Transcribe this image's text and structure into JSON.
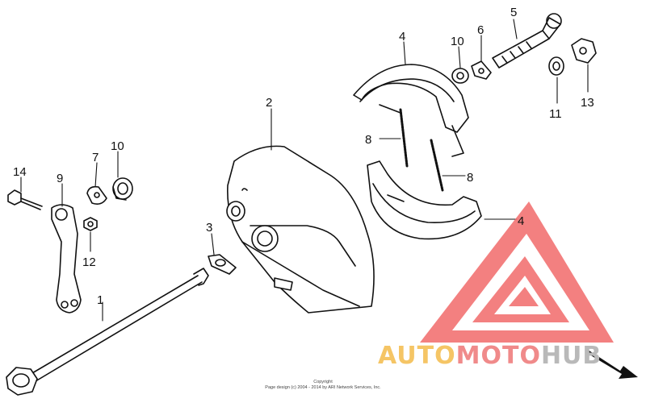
{
  "callouts": [
    {
      "id": "c1",
      "label": "1"
    },
    {
      "id": "c2",
      "label": "2"
    },
    {
      "id": "c3",
      "label": "3"
    },
    {
      "id": "c4a",
      "label": "4"
    },
    {
      "id": "c4b",
      "label": "4"
    },
    {
      "id": "c5",
      "label": "5"
    },
    {
      "id": "c6",
      "label": "6"
    },
    {
      "id": "c7",
      "label": "7"
    },
    {
      "id": "c8a",
      "label": "8"
    },
    {
      "id": "c8b",
      "label": "8"
    },
    {
      "id": "c9",
      "label": "9"
    },
    {
      "id": "c10a",
      "label": "10"
    },
    {
      "id": "c10b",
      "label": "10"
    },
    {
      "id": "c11",
      "label": "11"
    },
    {
      "id": "c12",
      "label": "12"
    },
    {
      "id": "c13",
      "label": "13"
    },
    {
      "id": "c14",
      "label": "14"
    }
  ],
  "copyright": {
    "line1": "Copyright",
    "line2": "Page design (c) 2004 - 2014 by ARI Network Services, Inc."
  },
  "watermark": {
    "part1": "AUTO",
    "part2": "MOTO",
    "part3": "HUB",
    "colors": {
      "auto": "#f5c565",
      "moto": "#f08a8a",
      "hub": "#b9b9b9",
      "logo": "#f26b6b"
    }
  }
}
